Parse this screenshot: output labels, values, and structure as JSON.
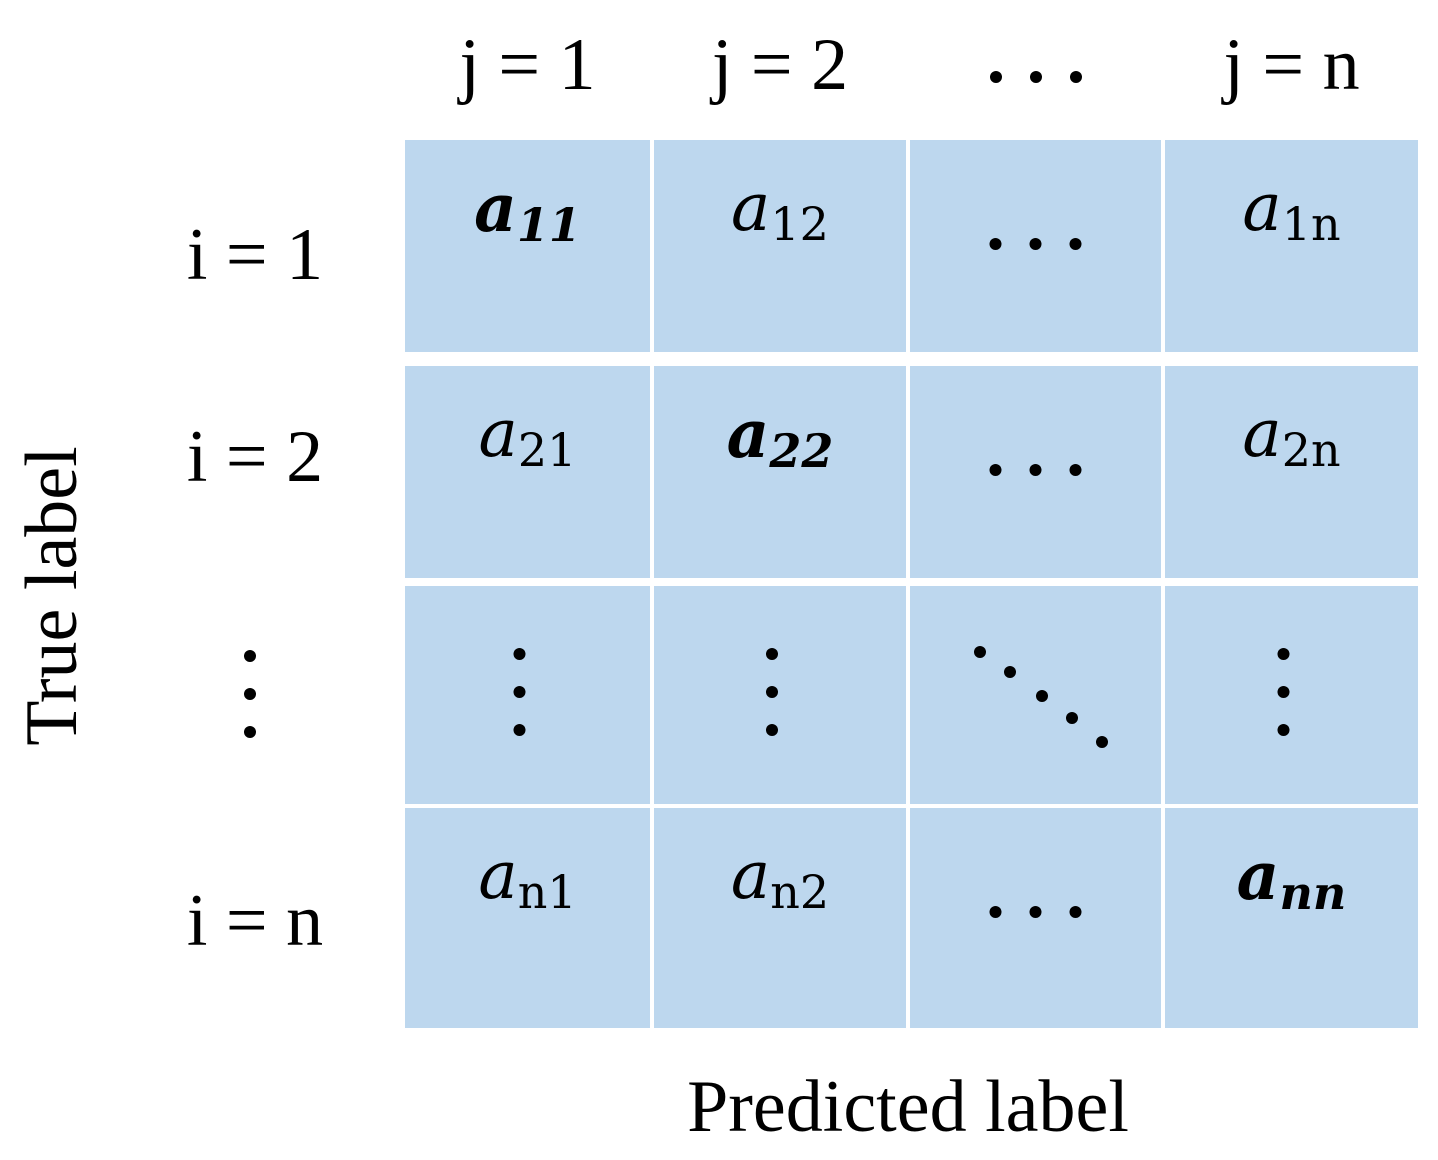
{
  "diagram": {
    "columns": [
      {
        "label": "j = 1"
      },
      {
        "label": "j = 2"
      },
      {
        "label": "…",
        "ellipsis": true
      },
      {
        "label": "j = n"
      }
    ],
    "rows": [
      {
        "label": "i = 1"
      },
      {
        "label": "i = 2"
      },
      {
        "label": "⋮",
        "ellipsis": true
      },
      {
        "label": "i = n"
      }
    ],
    "cells": [
      [
        {
          "base": "a",
          "sub": "11",
          "bold": true
        },
        {
          "base": "a",
          "sub": "12"
        },
        {
          "dots": "horizontal"
        },
        {
          "base": "a",
          "sub": "1n"
        }
      ],
      [
        {
          "base": "a",
          "sub": "21"
        },
        {
          "base": "a",
          "sub": "22",
          "bold": true
        },
        {
          "dots": "horizontal"
        },
        {
          "base": "a",
          "sub": "2n"
        }
      ],
      [
        {
          "dots": "vertical"
        },
        {
          "dots": "vertical"
        },
        {
          "dots": "diagonal"
        },
        {
          "dots": "vertical"
        }
      ],
      [
        {
          "base": "a",
          "sub": "n1"
        },
        {
          "base": "a",
          "sub": "n2"
        },
        {
          "dots": "horizontal"
        },
        {
          "base": "a",
          "sub": "nn",
          "bold": true
        }
      ]
    ],
    "y_axis_label": "True label",
    "x_axis_label": "Predicted label",
    "cell_color": "#bdd7ee",
    "text_color": "#000000"
  }
}
